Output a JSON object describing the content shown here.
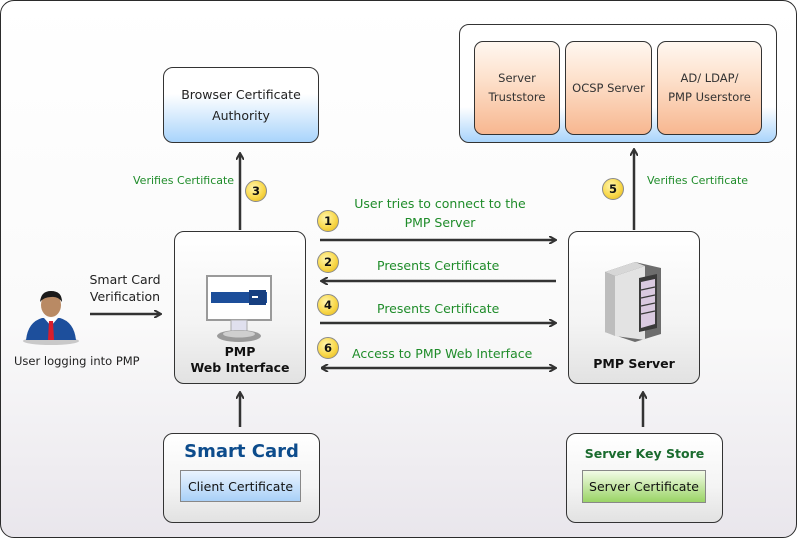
{
  "diagram": {
    "title_nodes": {
      "browser_ca": {
        "line1": "Browser Certificate",
        "line2": "Authority"
      },
      "server_stores": [
        {
          "line1": "Server",
          "line2": "Truststore"
        },
        {
          "line1": "OCSP Server",
          "line2": ""
        },
        {
          "line1": "AD/ LDAP/",
          "line2": "PMP Userstore"
        }
      ],
      "web_interface": {
        "line1": "PMP",
        "line2": "Web Interface"
      },
      "pmp_server": {
        "label": "PMP Server"
      },
      "smart_card": {
        "title": "Smart Card",
        "cert": "Client Certificate"
      },
      "key_store": {
        "title": "Server Key Store",
        "cert": "Server Certificate"
      },
      "user": {
        "label": "User logging into PMP"
      }
    },
    "edges": {
      "smart_card_verification": {
        "line1": "Smart Card",
        "line2": "Verification"
      },
      "step1": {
        "badge": "1",
        "line1": "User tries to connect to the",
        "line2": "PMP Server"
      },
      "step2": {
        "badge": "2",
        "label": "Presents Certificate"
      },
      "step3": {
        "badge": "3",
        "label": "Verifies Certificate"
      },
      "step4": {
        "badge": "4",
        "label": "Presents Certificate"
      },
      "step5": {
        "badge": "5",
        "label": "Verifies Certificate"
      },
      "step6": {
        "badge": "6",
        "label": "Access to PMP Web Interface"
      }
    },
    "colors": {
      "label_green": "#1f8c2a",
      "smart_card_blue": "#0d4c8c",
      "key_store_green": "#1a6b2e",
      "badge_yellow": "#f9d84a"
    }
  }
}
